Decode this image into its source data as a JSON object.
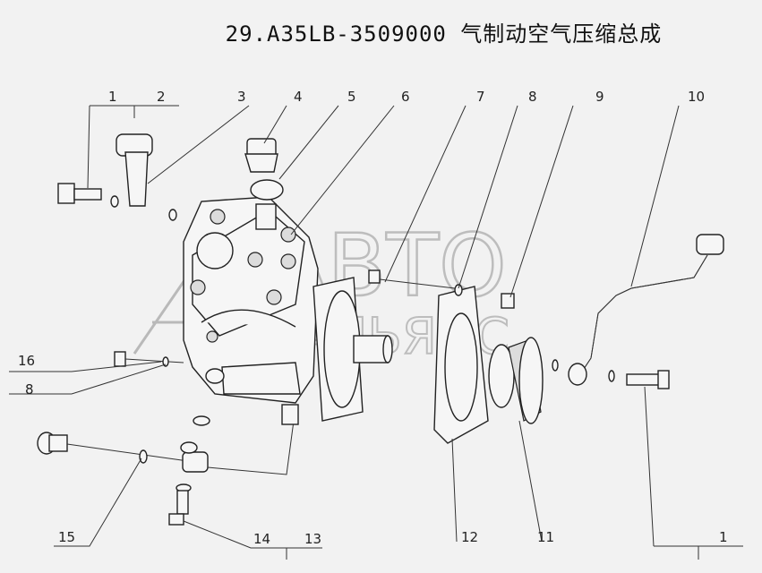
{
  "title": "29.A35LB-3509000  气制动空气压缩总成",
  "watermark": {
    "line1": "АВТО",
    "line2": "АЛЬЯНС"
  },
  "callouts": [
    "1",
    "2",
    "3",
    "4",
    "5",
    "6",
    "7",
    "8",
    "9",
    "10",
    "16",
    "8",
    "15",
    "14",
    "13",
    "12",
    "11",
    "1"
  ]
}
